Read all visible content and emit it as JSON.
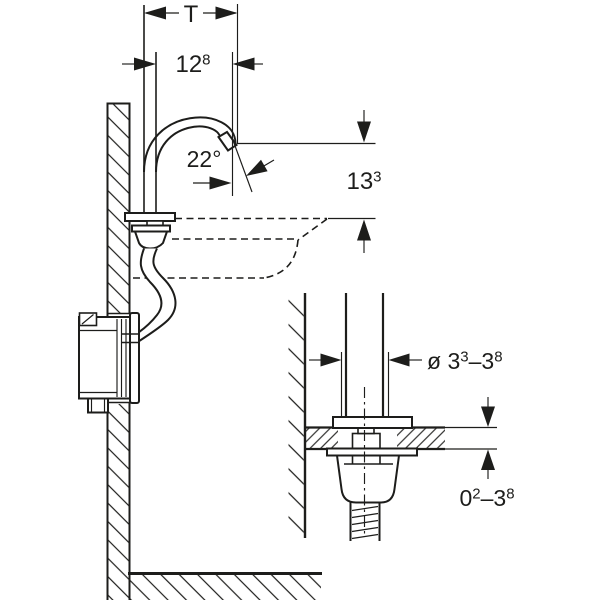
{
  "diagram": {
    "colors": {
      "line": "#1d1d1b",
      "background": "#ffffff"
    },
    "dimensions": {
      "t_depth": {
        "label": "T"
      },
      "projection": {
        "value": "12",
        "sup": "8"
      },
      "spout_angle": {
        "value": "22°"
      },
      "outlet_height": {
        "value": "13",
        "sup": "3"
      },
      "hole_diameter": {
        "prefix": "ø ",
        "min": "3",
        "min_sup": "3",
        "sep": "–",
        "max": "3",
        "max_sup": "8"
      },
      "deck_thickness": {
        "min": "0",
        "min_sup": "2",
        "sep": "–",
        "max": "3",
        "max_sup": "8"
      }
    }
  }
}
